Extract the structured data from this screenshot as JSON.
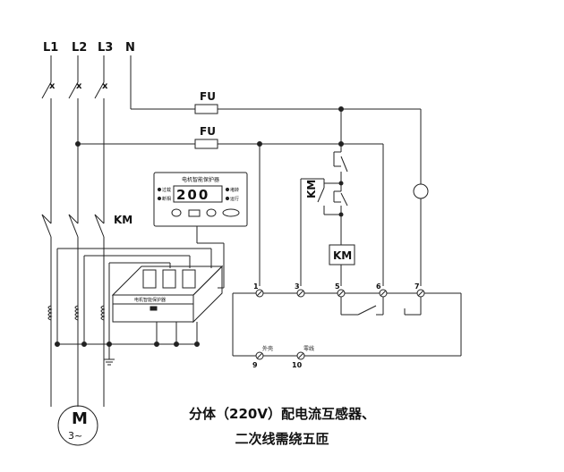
{
  "phases": [
    "L1",
    "L2",
    "L3",
    "N"
  ],
  "switch_mark": "x",
  "fuse_label": "FU",
  "contactor_label": "KM",
  "protector": {
    "title": "电机智能保护器",
    "display_value": "200",
    "left_labels": [
      "过载",
      "断相"
    ],
    "right_labels": [
      "堵转",
      "运行"
    ],
    "unit_title": "电机智能保护器"
  },
  "terminals": [
    "1",
    "3",
    "5",
    "6",
    "7"
  ],
  "bottom_terminals": [
    {
      "num": "9",
      "label": "外壳"
    },
    {
      "num": "10",
      "label": "零线"
    }
  ],
  "motor": {
    "label": "M",
    "sub": "3~"
  },
  "caption": {
    "line1": "分体（220V）配电流互感器、",
    "line2": "二次线需绕五匝"
  },
  "colors": {
    "line": "#222222",
    "background": "#ffffff"
  }
}
